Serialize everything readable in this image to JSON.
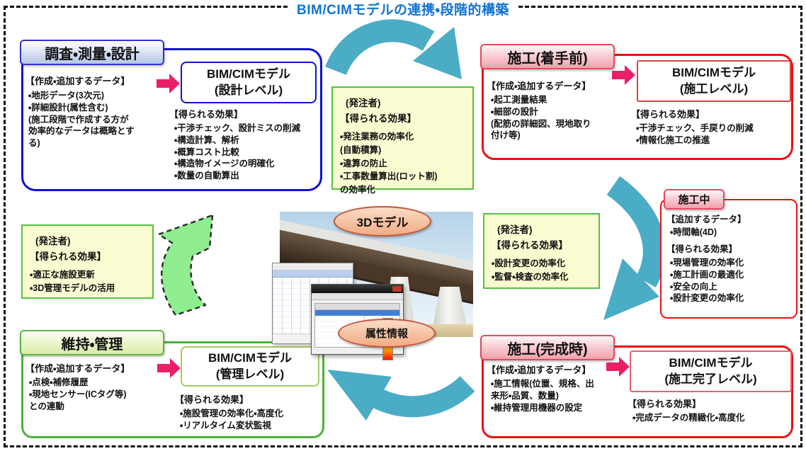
{
  "title": "BIM/CIMモデルの連携・段階的構築",
  "survey": {
    "header": "調査・測量・設計",
    "data_label": "【作成・追加するデータ】",
    "data_items": [
      "・地形データ(3次元)",
      "・詳細設計(属性含む)",
      " (施工段階で作成する方が",
      " 効率的なデータは概略とす",
      " る)"
    ],
    "model_title": "BIM/CIMモデル",
    "model_subtitle": "(設計レベル)",
    "effect_label": "【得られる効果】",
    "effect_items": [
      "・干渉チェック、設計ミスの削減",
      "・構造計算、解析",
      "・概算コスト比較",
      "・構造物イメージの明確化",
      "・数量の自動算出"
    ]
  },
  "owner_top": {
    "title": "(発注者)",
    "effect_label": "【得られる効果】",
    "items": [
      "・発注業務の効率化",
      " (自動積算)",
      "・違算の防止",
      "・工事数量算出(ロット割)",
      " の効率化"
    ]
  },
  "cons_before": {
    "header": "施工(着手前)",
    "data_label": "【作成・追加するデータ】",
    "data_items": [
      "・起工測量結果",
      "・細部の設計",
      " (配筋の詳細図、現地取り",
      " 付け等)"
    ],
    "model_title": "BIM/CIMモデル",
    "model_subtitle": "(施工レベル)",
    "effect_label": "【得られる効果】",
    "effect_items": [
      "・干渉チェック、手戻りの削減",
      "・情報化施工の推進"
    ]
  },
  "during": {
    "header": "施工中",
    "data_label": "【追加するデータ】",
    "data_items": [
      "・時間軸(4D)"
    ],
    "effect_label": "【得られる効果】",
    "effect_items": [
      "・現場管理の効率化",
      "・施工計画の最適化",
      "・安全の向上",
      "・設計変更の効率化"
    ]
  },
  "completion": {
    "header": "施工(完成時)",
    "data_label": "【作成・追加するデータ】",
    "data_items": [
      "・施工情報(位置、規格、出",
      " 来形・品質、数量)",
      "・維持管理用機器の設定"
    ],
    "model_title": "BIM/CIMモデル",
    "model_subtitle": "(施工完了レベル)",
    "effect_label": "【得られる効果】",
    "effect_items": [
      "・完成データの精緻化・高度化"
    ]
  },
  "maintenance": {
    "header": "維持・管理",
    "data_label": "【作成・追加するデータ】",
    "data_items": [
      "・点検・補修履歴",
      "・現地センサー(ICタグ等)",
      " との連動"
    ],
    "model_title": "BIM/CIMモデル",
    "model_subtitle": "(管理レベル)",
    "effect_label": "【得られる効果】",
    "effect_items": [
      "・施設管理の効率化・高度化",
      "・リアルタイム変状監視"
    ]
  },
  "owner_left": {
    "title": "(発注者)",
    "effect_label": "【得られる効果】",
    "items": [
      "・適正な施設更新",
      "・3D管理モデルの活用"
    ]
  },
  "owner_right": {
    "title": "(発注者)",
    "effect_label": "【得られる効果】",
    "items": [
      "・設計変更の効率化",
      "・監督・検査の効率化"
    ]
  },
  "center": {
    "model_label": "3Dモデル",
    "attr_label": "属性情報"
  },
  "colors": {
    "title_blue": "#1273D2",
    "cycle_arrow_teal": "#4BACC6",
    "model_arrow_pink": "#EB1E68",
    "survey_border_blue": "#1212CF",
    "construction_border_red": "#EE1010",
    "maintenance_border_green": "#4CB03C",
    "owner_box_bg": "#FBFBD2",
    "feedback_arrow_green": "#90EE90"
  }
}
